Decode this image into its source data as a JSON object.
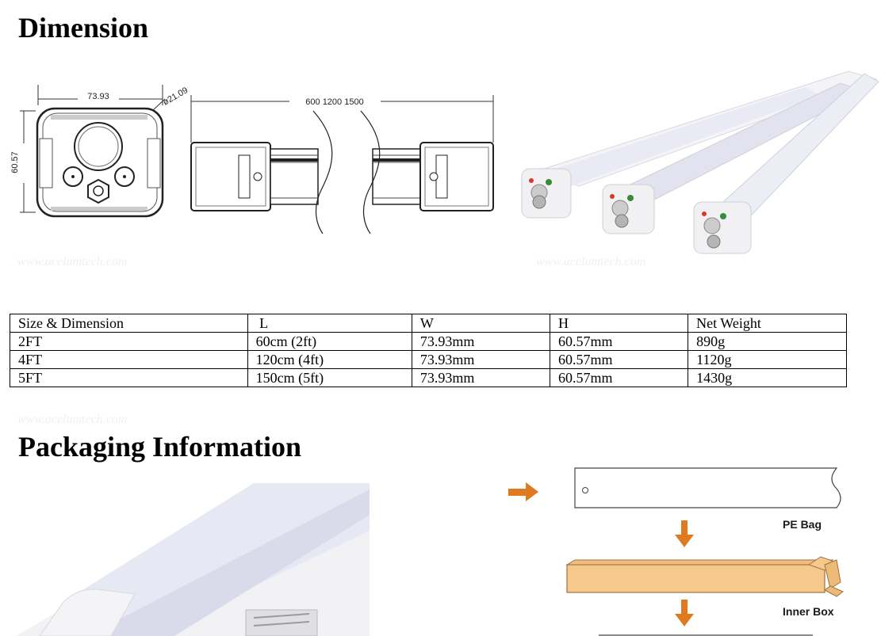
{
  "headings": {
    "dimension": "Dimension",
    "packaging": "Packaging Information"
  },
  "watermark": "www.acelumtech.com",
  "drawing": {
    "width_label": "73.93",
    "diameter_label": "ø21.09",
    "height_label": "60.57",
    "length_label": "600  1200  1500"
  },
  "table": {
    "headers": [
      "Size &  Dimension",
      " L",
      "W",
      "H",
      "Net Weight"
    ],
    "rows": [
      [
        "2FT",
        "60cm (2ft)",
        "73.93mm",
        "60.57mm",
        "890g"
      ],
      [
        "4FT",
        "120cm (4ft)",
        "73.93mm",
        "60.57mm",
        "1120g"
      ],
      [
        "5FT",
        "150cm (5ft)",
        "73.93mm",
        "60.57mm",
        "1430g"
      ]
    ]
  },
  "packaging": {
    "pe_bag": "PE Bag",
    "inner_box": "Inner Box"
  },
  "colors": {
    "arrow": "#e07a1f",
    "box": "#f5c88c",
    "fixture": "#e9eaf4"
  }
}
